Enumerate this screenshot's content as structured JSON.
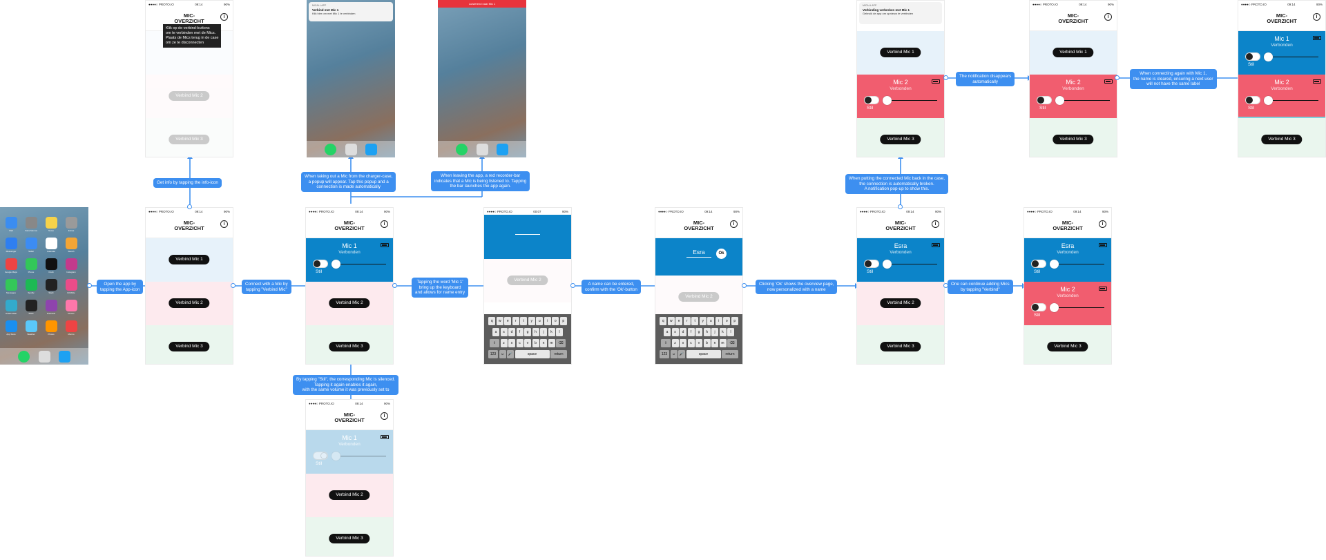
{
  "colors": {
    "connector": "#3d8ff0",
    "connected_blue": "#0c84c9",
    "connected_red": "#f15d6f",
    "label_bg": "#3d8ff0"
  },
  "status": {
    "carrier": "●●●●○ PROTO.IO",
    "time": "09:14",
    "time2": "00:07",
    "battery": "90%"
  },
  "app": {
    "title": "MIC-\nOVERZICHT",
    "info_icon": "i"
  },
  "buttons": {
    "mic1": "Verbind Mic 1",
    "mic2": "Verbind Mic 2",
    "mic3": "Verbind Mic 3"
  },
  "mic": {
    "mic1": "Mic 1",
    "mic2": "Mic 2",
    "connected": "Verbonden",
    "stil": "Stil",
    "esra": "Esra"
  },
  "tooltip": "Klik op de verbind-buttons\nom te verbinden met de Mics.\nPlaats de Mics terug in de case\nom ze te disconnecten",
  "notif1": {
    "app": "MICALL APP",
    "title": "Verbind met Mic 1",
    "body": "Klik hier om met Mic 1 te verbinden"
  },
  "notif2": {
    "app": "MICALL APP",
    "title": "Verbinding verbroken met Mic 1",
    "body": "Gebruik de app om opnieuw te verbinden"
  },
  "redbar": "Luisterend naar Mic 1",
  "name_entry": {
    "value": "Esra",
    "ok": "Ok"
  },
  "keyboard": {
    "row1": [
      "q",
      "w",
      "e",
      "r",
      "t",
      "y",
      "u",
      "i",
      "o",
      "p"
    ],
    "row2": [
      "a",
      "s",
      "d",
      "f",
      "g",
      "h",
      "j",
      "k",
      "l"
    ],
    "row3": [
      "z",
      "x",
      "c",
      "v",
      "b",
      "n",
      "m"
    ],
    "num": "123",
    "space": "space",
    "return": "return",
    "shift": "⇧",
    "del": "⌫",
    "emoji": "☺",
    "mic": "🎤"
  },
  "home_apps": [
    [
      "Mail",
      "Voice Memos",
      "Notes",
      "Extras"
    ],
    [
      "Messenger",
      "Safari",
      "Calendar",
      "Sketch"
    ],
    [
      "Google Maps",
      "Phone",
      "Clock",
      "Instagram"
    ],
    [
      "Messages",
      "Spotify",
      "Slack",
      "Dribbble"
    ],
    [
      "Health Mate",
      "Slack",
      "Podcasts",
      "Photos"
    ],
    [
      "App Store",
      "Weather",
      "Photos",
      "Monzo"
    ]
  ],
  "labels": {
    "l1": "Open the app by\ntapping the App-icon",
    "l2": "Get info by tapping the info-icon",
    "l3": "Connect with a Mic by\ntapping \"Verbind Mic\"",
    "l4": "When taking out a Mic from the charger-case,\na popup will appear. Tap this popup and a\nconnection is made automatically",
    "l5": "When leaving the app, a red recorder-bar\nindicates that a Mic is being listened to. Tapping\nthe bar launches the app again.",
    "l6": "Tapping the word 'Mic 1'\nbring up the keyboard\nand allows for name entry",
    "l7": "By tapping \"Stil\", the corresponding Mic is silenced.\nTapping it again enables it again,\nwith the same volume it was previously set to",
    "l8": "A name can be entered,\nconfirm with the 'Ok'-button",
    "l9": "Clicking 'Ok' shows the overview page,\nnow personalized with a name",
    "l10": "When putting the connected Mic back in the case,\nthe connection is automatically broken.\nA notification pop-up to show this.",
    "l11": "One can continue adding Mics\nby tapping \"Verbind\"",
    "l12": "The notification disappears\nautomatically",
    "l13": "When connecting again with Mic 1,\nthe name is cleared, ensuring a next user\nwill not have the same label"
  }
}
